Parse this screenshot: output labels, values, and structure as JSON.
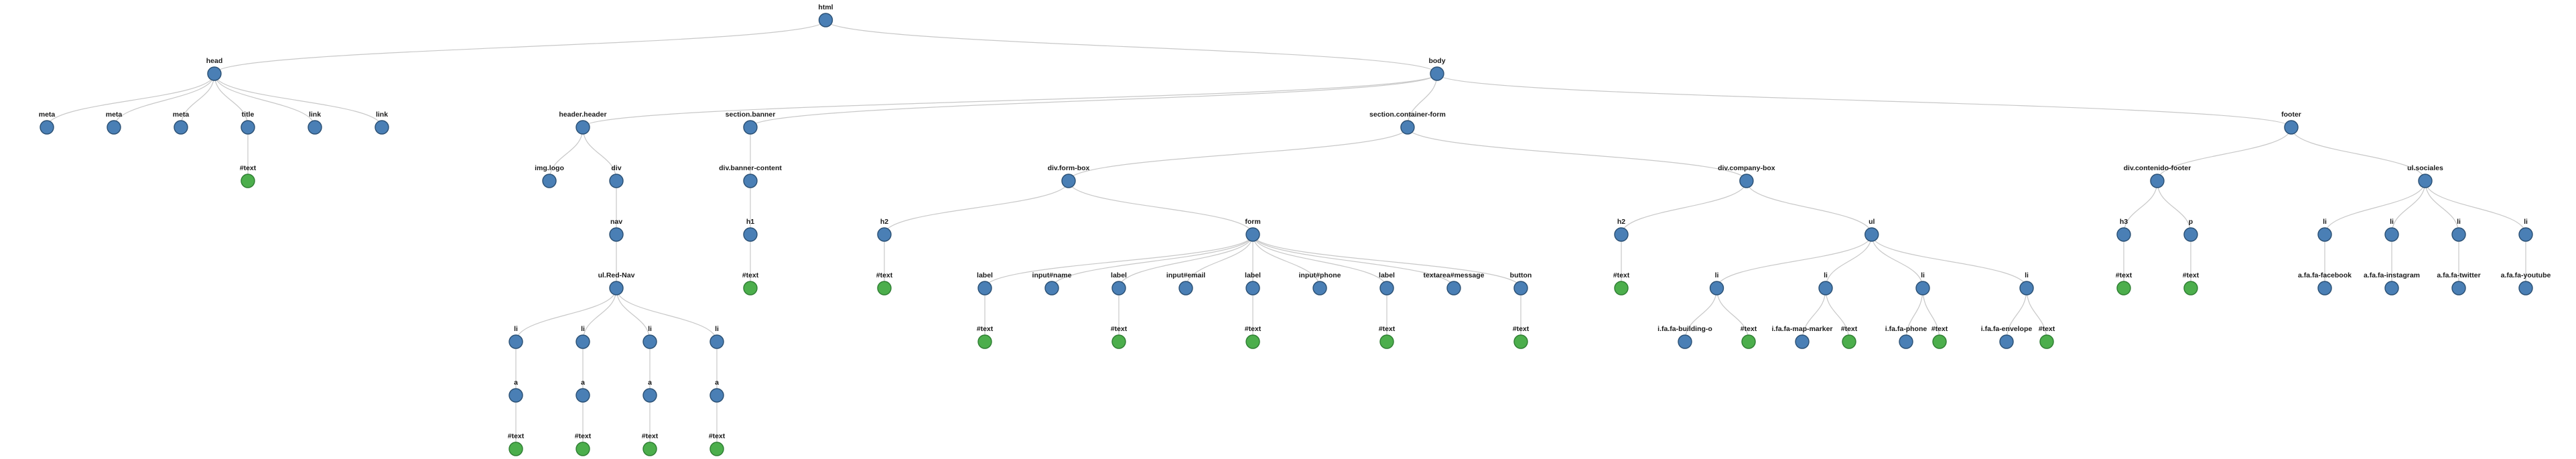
{
  "colors": {
    "element_fill": "#4a7fb5",
    "text_fill": "#4cae4c",
    "edge": "#c8c8c8",
    "label": "#1a1a1a"
  },
  "tree": {
    "label": "html",
    "type": "element",
    "children": [
      {
        "label": "head",
        "type": "element",
        "children": [
          {
            "label": "meta",
            "type": "element"
          },
          {
            "label": "meta",
            "type": "element"
          },
          {
            "label": "meta",
            "type": "element"
          },
          {
            "label": "title",
            "type": "element",
            "children": [
              {
                "label": "#text",
                "type": "text"
              }
            ]
          },
          {
            "label": "link",
            "type": "element"
          },
          {
            "label": "link",
            "type": "element"
          }
        ]
      },
      {
        "label": "body",
        "type": "element",
        "children": [
          {
            "label": "header.header",
            "type": "element",
            "children": [
              {
                "label": "img.logo",
                "type": "element"
              },
              {
                "label": "div",
                "type": "element",
                "children": [
                  {
                    "label": "nav",
                    "type": "element",
                    "children": [
                      {
                        "label": "ul.Red-Nav",
                        "type": "element",
                        "children": [
                          {
                            "label": "li",
                            "type": "element",
                            "children": [
                              {
                                "label": "a",
                                "type": "element",
                                "children": [
                                  {
                                    "label": "#text",
                                    "type": "text"
                                  }
                                ]
                              }
                            ]
                          },
                          {
                            "label": "li",
                            "type": "element",
                            "children": [
                              {
                                "label": "a",
                                "type": "element",
                                "children": [
                                  {
                                    "label": "#text",
                                    "type": "text"
                                  }
                                ]
                              }
                            ]
                          },
                          {
                            "label": "li",
                            "type": "element",
                            "children": [
                              {
                                "label": "a",
                                "type": "element",
                                "children": [
                                  {
                                    "label": "#text",
                                    "type": "text"
                                  }
                                ]
                              }
                            ]
                          },
                          {
                            "label": "li",
                            "type": "element",
                            "children": [
                              {
                                "label": "a",
                                "type": "element",
                                "children": [
                                  {
                                    "label": "#text",
                                    "type": "text"
                                  }
                                ]
                              }
                            ]
                          }
                        ]
                      }
                    ]
                  }
                ]
              }
            ]
          },
          {
            "label": "section.banner",
            "type": "element",
            "children": [
              {
                "label": "div.banner-content",
                "type": "element",
                "children": [
                  {
                    "label": "h1",
                    "type": "element",
                    "children": [
                      {
                        "label": "#text",
                        "type": "text"
                      }
                    ]
                  }
                ]
              }
            ]
          },
          {
            "label": "section.container-form",
            "type": "element",
            "children": [
              {
                "label": "div.form-box",
                "type": "element",
                "children": [
                  {
                    "label": "h2",
                    "type": "element",
                    "children": [
                      {
                        "label": "#text",
                        "type": "text"
                      }
                    ]
                  },
                  {
                    "label": "form",
                    "type": "element",
                    "children": [
                      {
                        "label": "label",
                        "type": "element",
                        "children": [
                          {
                            "label": "#text",
                            "type": "text"
                          }
                        ]
                      },
                      {
                        "label": "input#name",
                        "type": "element"
                      },
                      {
                        "label": "label",
                        "type": "element",
                        "children": [
                          {
                            "label": "#text",
                            "type": "text"
                          }
                        ]
                      },
                      {
                        "label": "input#email",
                        "type": "element"
                      },
                      {
                        "label": "label",
                        "type": "element",
                        "children": [
                          {
                            "label": "#text",
                            "type": "text"
                          }
                        ]
                      },
                      {
                        "label": "input#phone",
                        "type": "element"
                      },
                      {
                        "label": "label",
                        "type": "element",
                        "children": [
                          {
                            "label": "#text",
                            "type": "text"
                          }
                        ]
                      },
                      {
                        "label": "textarea#message",
                        "type": "element"
                      },
                      {
                        "label": "button",
                        "type": "element",
                        "children": [
                          {
                            "label": "#text",
                            "type": "text"
                          }
                        ]
                      }
                    ]
                  }
                ]
              },
              {
                "label": "div.company-box",
                "type": "element",
                "children": [
                  {
                    "label": "h2",
                    "type": "element",
                    "children": [
                      {
                        "label": "#text",
                        "type": "text"
                      }
                    ]
                  },
                  {
                    "label": "ul",
                    "type": "element",
                    "children": [
                      {
                        "label": "li",
                        "type": "element",
                        "children": [
                          {
                            "label": "i.fa.fa-building-o",
                            "type": "element"
                          },
                          {
                            "label": "#text",
                            "type": "text"
                          }
                        ]
                      },
                      {
                        "label": "li",
                        "type": "element",
                        "children": [
                          {
                            "label": "i.fa.fa-map-marker",
                            "type": "element"
                          },
                          {
                            "label": "#text",
                            "type": "text"
                          }
                        ]
                      },
                      {
                        "label": "li",
                        "type": "element",
                        "children": [
                          {
                            "label": "i.fa.fa-phone",
                            "type": "element"
                          },
                          {
                            "label": "#text",
                            "type": "text"
                          }
                        ]
                      },
                      {
                        "label": "li",
                        "type": "element",
                        "children": [
                          {
                            "label": "i.fa.fa-envelope",
                            "type": "element"
                          },
                          {
                            "label": "#text",
                            "type": "text"
                          }
                        ]
                      }
                    ]
                  }
                ]
              }
            ]
          },
          {
            "label": "footer",
            "type": "element",
            "children": [
              {
                "label": "div.contenido-footer",
                "type": "element",
                "children": [
                  {
                    "label": "h3",
                    "type": "element",
                    "children": [
                      {
                        "label": "#text",
                        "type": "text"
                      }
                    ]
                  },
                  {
                    "label": "p",
                    "type": "element",
                    "children": [
                      {
                        "label": "#text",
                        "type": "text"
                      }
                    ]
                  }
                ]
              },
              {
                "label": "ul.sociales",
                "type": "element",
                "children": [
                  {
                    "label": "li",
                    "type": "element",
                    "children": [
                      {
                        "label": "a.fa.fa-facebook",
                        "type": "element"
                      }
                    ]
                  },
                  {
                    "label": "li",
                    "type": "element",
                    "children": [
                      {
                        "label": "a.fa.fa-instagram",
                        "type": "element"
                      }
                    ]
                  },
                  {
                    "label": "li",
                    "type": "element",
                    "children": [
                      {
                        "label": "a.fa.fa-twitter",
                        "type": "element"
                      }
                    ]
                  },
                  {
                    "label": "li",
                    "type": "element",
                    "children": [
                      {
                        "label": "a.fa.fa-youtube",
                        "type": "element"
                      }
                    ]
                  }
                ]
              }
            ]
          }
        ]
      }
    ]
  }
}
